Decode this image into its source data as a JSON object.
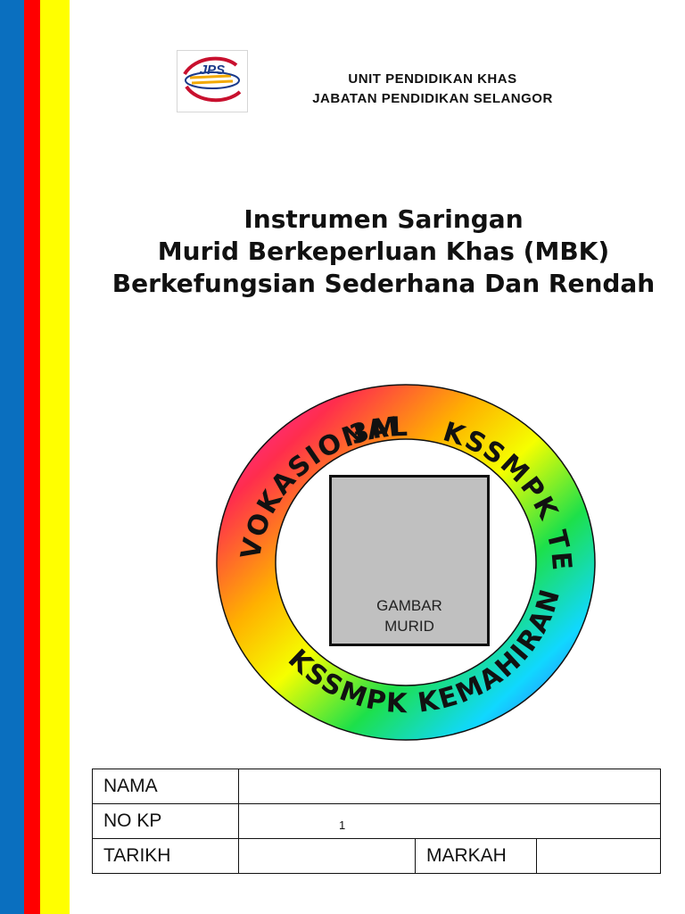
{
  "colors": {
    "stripe_blue": "#0a6fbf",
    "stripe_red": "#ff0000",
    "stripe_yellow": "#ffff00",
    "photo_box_fill": "#c0c0c0"
  },
  "logo": {
    "text": "JPS",
    "icon": "jps-logo-icon"
  },
  "header": {
    "line1": "UNIT PENDIDIKAN  KHAS",
    "line2": "JABATAN  PENDIDIKAN  SELANGOR"
  },
  "title": {
    "line1": "Instrumen Saringan",
    "line2": "Murid Berkeperluan Khas (MBK)",
    "line3": "Berkefungsian Sederhana Dan Rendah"
  },
  "ring": {
    "segments": [
      "VOKASIONAL",
      "3M",
      "KSSMPK TERAS",
      "KSSMPK KEMAHIRAN"
    ]
  },
  "photo": {
    "line1": "GAMBAR",
    "line2": "MURID"
  },
  "form": {
    "nama_label": "NAMA",
    "nama_value": "",
    "no_kp_label": "NO KP",
    "no_kp_value": "1",
    "tarikh_label": "TARIKH",
    "tarikh_value": "",
    "markah_label": "MARKAH",
    "markah_value": ""
  }
}
